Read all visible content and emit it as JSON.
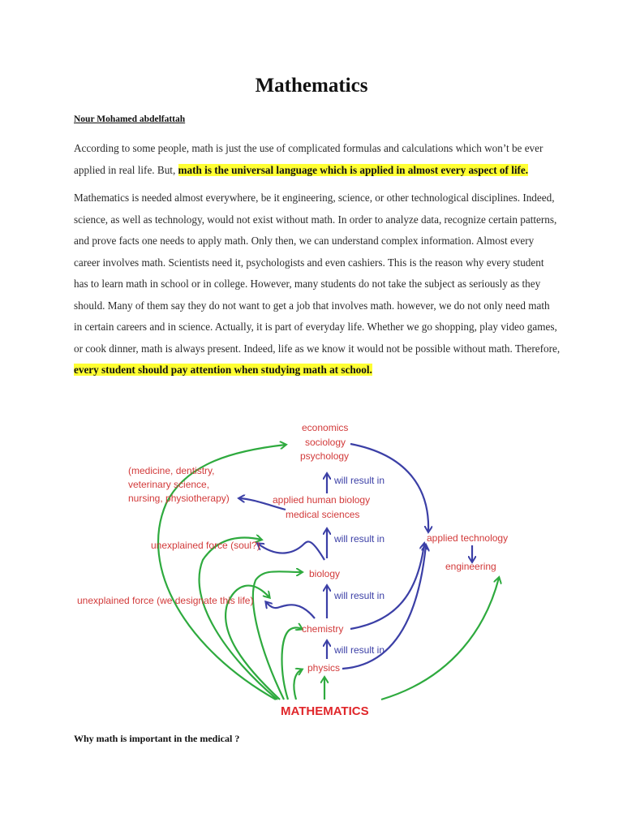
{
  "title": "Mathematics",
  "author": "Nour Mohamed abdelfattah",
  "paragraph1": {
    "text": "According to some people, math is just the use of complicated formulas and calculations which won’t be ever applied in real life. But, ",
    "highlight": "math is the universal language which is applied in almost every aspect of life."
  },
  "paragraph2": {
    "text": "Mathematics is needed almost everywhere, be it engineering, science, or other technological disciplines. Indeed, science, as well as technology, would not exist without math. In order to analyze data, recognize certain patterns, and prove facts one needs to apply math. Only then, we can understand complex information. Almost every career involves math. Scientists need it, psychologists and even cashiers. This is the reason why every student has to learn math in school or in college. However, many students do not take the subject as seriously as they should. Many of them say they do not want to get a job that involves math. however, we do not only need math in certain careers and in science. Actually, it is part of everyday life. Whether we go shopping, play video games, or cook dinner, math is always present. Indeed, life as we know it would not be possible without math. Therefore, ",
    "highlight": "every student should pay attention when studying math at school."
  },
  "diagram": {
    "labels": {
      "economics": "economics",
      "sociology": "sociology",
      "psychology": "psychology",
      "medicine1": "(medicine, dentistry,",
      "medicine2": "veterinary science,",
      "medicine3": "nursing, physiotherapy)",
      "applied_human_biology": "applied human biology",
      "medical_sciences": "medical sciences",
      "unexplained_soul": "unexplained force (soul?)",
      "unexplained_life": "unexplained force (we designate this life)",
      "biology": "biology",
      "chemistry": "chemistry",
      "physics": "physics",
      "mathematics": "MATHEMATICS",
      "applied_technology": "applied technology",
      "engineering": "engineering",
      "will_result_in": "will result in"
    }
  },
  "question": "Why math is important in the medical ?"
}
